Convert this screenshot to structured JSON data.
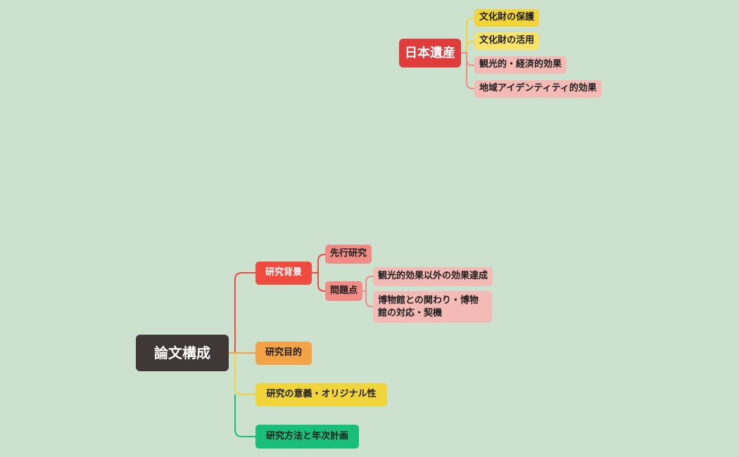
{
  "map1": {
    "root": "日本遺産",
    "children": [
      "文化財の保護",
      "文化財の活用",
      "観光的・経済的効果",
      "地域アイデンティティ的効果"
    ]
  },
  "map2": {
    "root": "論文構成",
    "background": {
      "label": "研究背景",
      "prior": "先行研究",
      "issue": "問題点",
      "issue_children": [
        "観光的効果以外の効果達成",
        "博物館との関わり・博物館の対応・契機"
      ]
    },
    "purpose": "研究目的",
    "significance": "研究の意義・オリジナル性",
    "method": "研究方法と年次計画"
  },
  "colors": {
    "background": "#cce2cf",
    "root_dark": "#3f3837",
    "root_red": "#e03c3c",
    "branch_red": "#f04b41",
    "branch_orange": "#f4a246",
    "branch_yellow": "#f0d43a",
    "branch_green": "#19be7a"
  }
}
